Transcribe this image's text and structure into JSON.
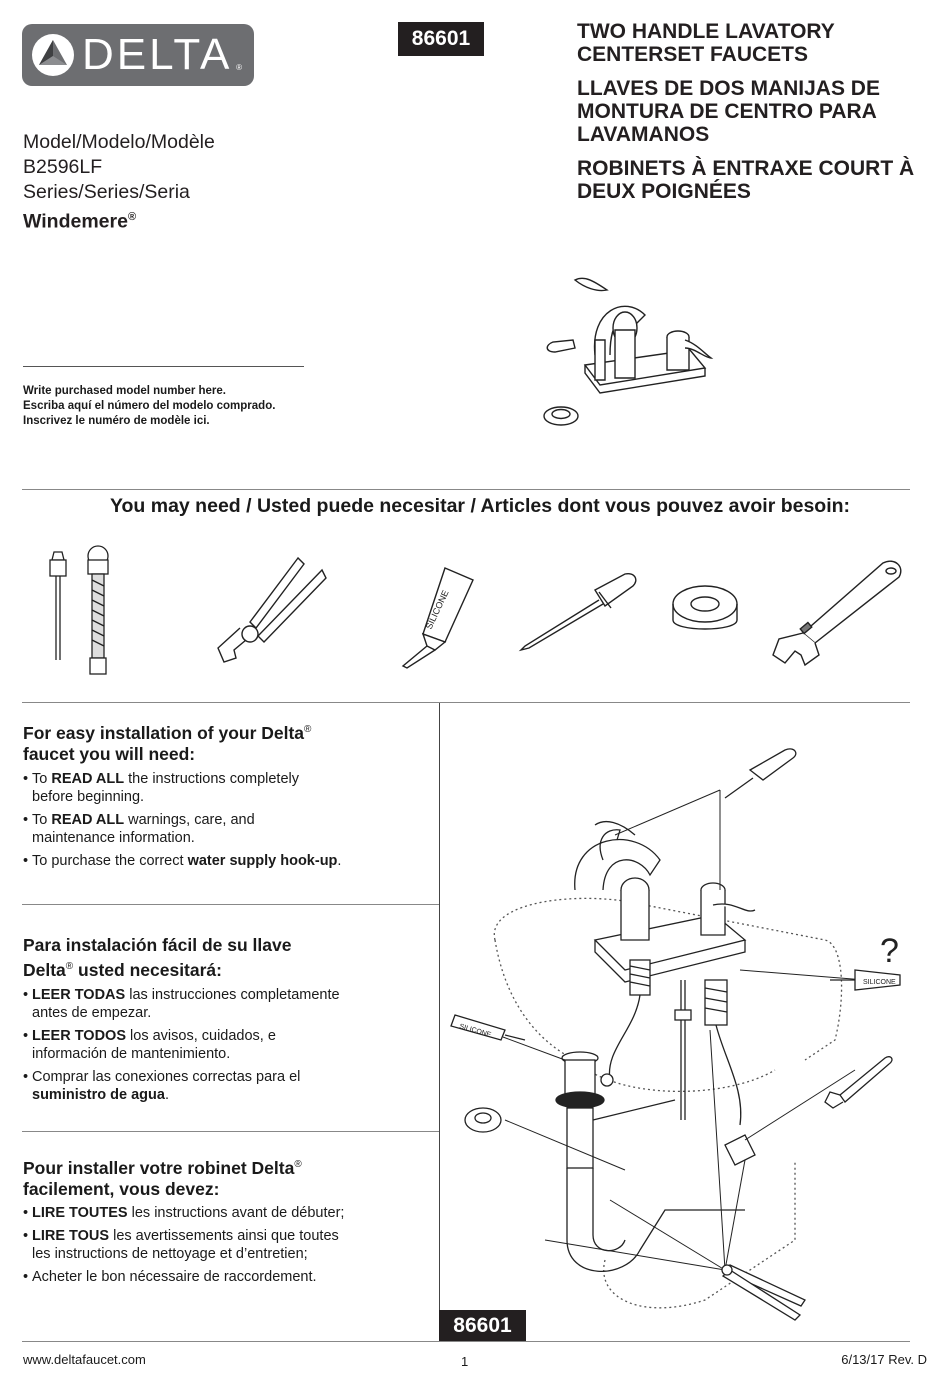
{
  "brand": {
    "name": "DELTA",
    "reg": "®"
  },
  "model_number": "86601",
  "titles": [
    "TWO HANDLE LAVATORY CENTERSET FAUCETS",
    "LLAVES DE DOS MANIJAS DE MONTURA DE CENTRO PARA LAVAMANOS",
    "ROBINETS À ENTRAXE COURT À DEUX POIGNÉES"
  ],
  "model_info": {
    "model_label": "Model/Modelo/Modèle",
    "model_value": "B2596LF",
    "series_label": "Series/Series/Seria",
    "series_value": "Windemere",
    "series_reg": "®"
  },
  "write_model": [
    "Write purchased model number here.",
    "Escriba aquí el número del modelo comprado.",
    "Inscrivez le numéro de modèle ici."
  ],
  "tools_heading": "You may need / Usted puede necesitar / Articles dont vous pouvez avoir besoin:",
  "tool_icons": [
    "supply-lines-icon",
    "pliers-icon",
    "silicone-tube-icon",
    "screwdriver-icon",
    "plumbers-tape-icon",
    "adjustable-wrench-icon"
  ],
  "silicone_label": "SILICONE",
  "question_mark": "?",
  "sections": {
    "en": {
      "heading_1": "For easy installation of your Delta",
      "heading_reg": "®",
      "heading_2": "faucet you will need:",
      "b1_pre": "To ",
      "b1_bold": "READ ALL",
      "b1_post": " the instructions completely",
      "b1_cont": "before beginning.",
      "b2_pre": "To ",
      "b2_bold": "READ ALL",
      "b2_post": " warnings, care, and",
      "b2_cont": "maintenance information.",
      "b3_pre": "To purchase the correct ",
      "b3_bold": "water supply hook-up",
      "b3_post": "."
    },
    "es": {
      "heading_1": "Para instalación fácil de su llave",
      "heading_2a": "Delta",
      "heading_reg": "®",
      "heading_2b": " usted necesitará:",
      "b1_bold": "LEER TODAS",
      "b1_post": " las instrucciones completamente",
      "b1_cont": "antes de empezar.",
      "b2_bold": "LEER TODOS",
      "b2_post": " los avisos, cuidados, e",
      "b2_cont": "información de mantenimiento.",
      "b3_pre": "Comprar las conexiones correctas para el",
      "b3_bold": "suministro de agua",
      "b3_post": "."
    },
    "fr": {
      "heading_1": "Pour installer votre robinet Delta",
      "heading_reg": "®",
      "heading_2": "facilement, vous devez:",
      "b1_bold": "LIRE TOUTES",
      "b1_post": " les instructions avant de débuter;",
      "b2_bold": "LIRE TOUS",
      "b2_post": " les avertissements ainsi que toutes",
      "b2_cont": "les instructions de nettoyage et d’entretien;",
      "b3": "Acheter le bon nécessaire de raccordement."
    }
  },
  "footer": {
    "url": "www.deltafaucet.com",
    "page": "1",
    "date_rev": "6/13/17  Rev. D"
  }
}
